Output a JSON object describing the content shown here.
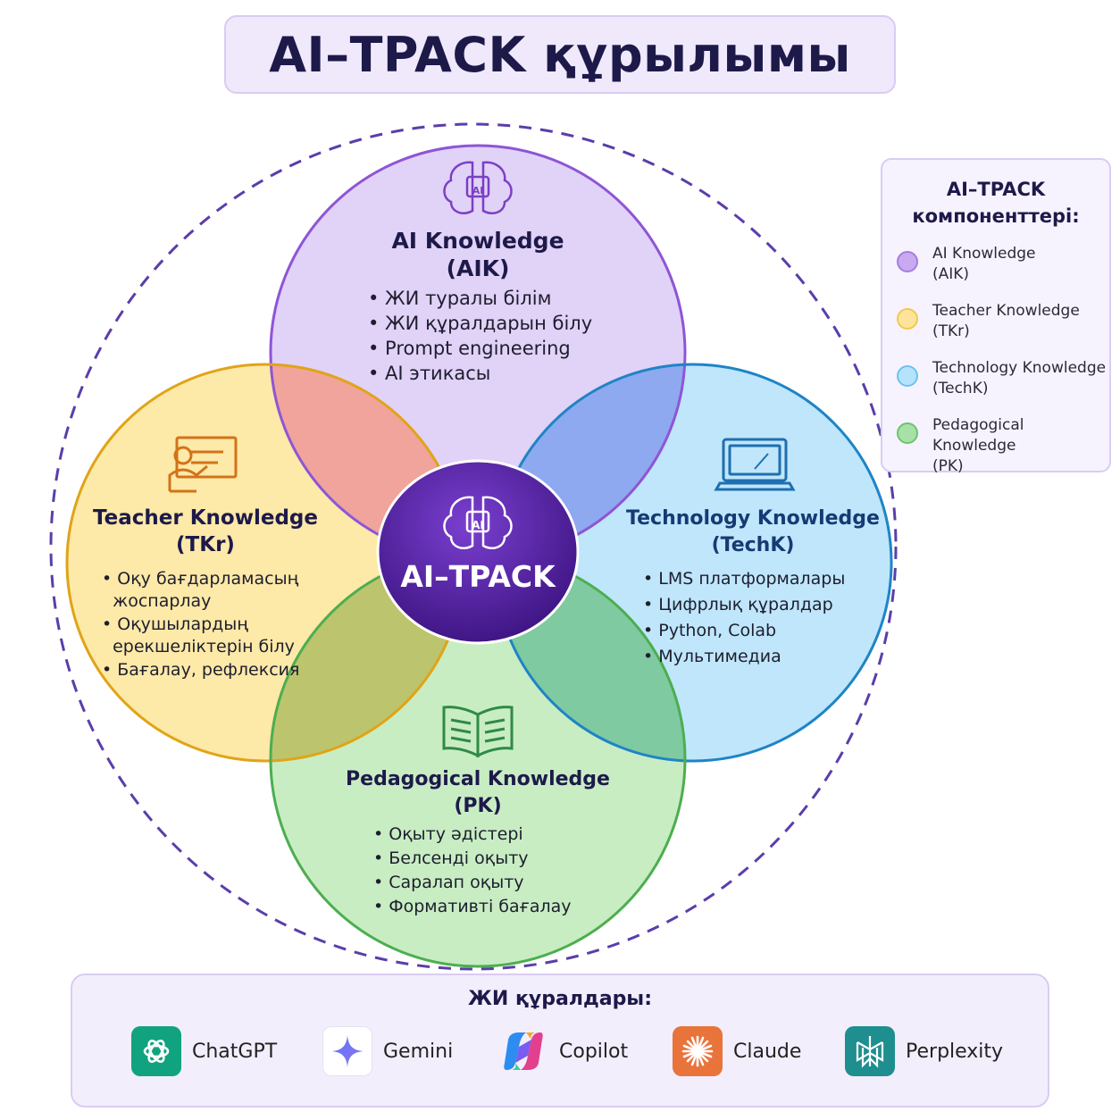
{
  "title": "AI–TPACK құрылымы",
  "center": {
    "label": "AI–TPACK"
  },
  "circles": {
    "aik": {
      "title_line1": "AI Knowledge",
      "title_line2": "(AIK)",
      "items": [
        "• ЖИ туралы білім",
        "• ЖИ құралдарын білу",
        "• Prompt engineering",
        "• AI этикасы"
      ],
      "icon": "brain-ai-icon",
      "color": "#c9b2f0"
    },
    "tkr": {
      "title_line1": "Teacher Knowledge",
      "title_line2": "(TKr)",
      "items": [
        "• Оқу бағдарламасың",
        "  жоспарлау",
        "• Оқушылардың",
        "  ерекшеліктерін білу",
        "• Бағалау, рефлексия"
      ],
      "icon": "teacher-board-icon",
      "color": "#fbe6a6"
    },
    "techk": {
      "title_line1": "Technology Knowledge",
      "title_line2": "(TechK)",
      "items": [
        "• LMS платформалары",
        "• Цифрлық құралдар",
        "• Python, Colab",
        "• Мультимедиа"
      ],
      "icon": "laptop-icon",
      "color": "#a9dcf6"
    },
    "pk": {
      "title_line1": "Pedagogical Knowledge",
      "title_line2": "(PK)",
      "items": [
        "• Оқыту әдістері",
        "• Белсенді оқыту",
        "• Саралап оқыту",
        "• Формативті бағалау"
      ],
      "icon": "open-book-icon",
      "color": "#b9e7b4"
    }
  },
  "legend": {
    "title": "AI–TPACK\nкомпоненттері:",
    "items": [
      {
        "label": "AI Knowledge\n(AIK)",
        "color": "#c9a9f0",
        "border": "#a37ee0"
      },
      {
        "label": "Teacher Knowledge\n(TKr)",
        "color": "#fde49a",
        "border": "#f2c94c"
      },
      {
        "label": "Technology Knowledge\n(TechK)",
        "color": "#b4e3fb",
        "border": "#6cc3ef"
      },
      {
        "label": "Pedagogical Knowledge\n(PK)",
        "color": "#a8e1a8",
        "border": "#6cc46c"
      }
    ]
  },
  "tools": {
    "title": "ЖИ құралдары:",
    "items": [
      {
        "label": "ChatGPT",
        "icon": "chatgpt-icon"
      },
      {
        "label": "Gemini",
        "icon": "gemini-icon"
      },
      {
        "label": "Copilot",
        "icon": "copilot-icon"
      },
      {
        "label": "Claude",
        "icon": "claude-icon"
      },
      {
        "label": "Perplexity",
        "icon": "perplexity-icon"
      }
    ]
  }
}
